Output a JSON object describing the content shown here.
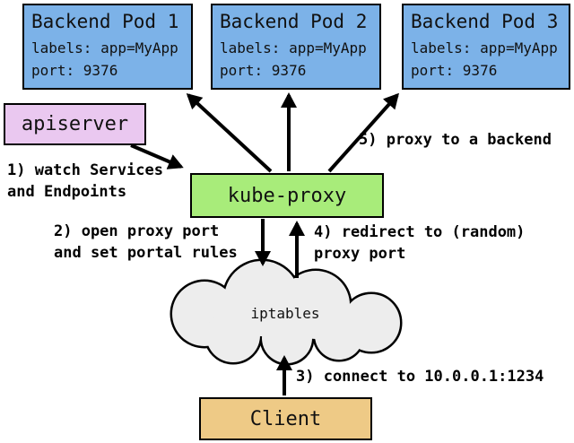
{
  "diagram": {
    "pods": [
      {
        "title": "Backend Pod 1",
        "body": "labels: app=MyApp\nport: 9376"
      },
      {
        "title": "Backend Pod 2",
        "body": "labels: app=MyApp\nport: 9376"
      },
      {
        "title": "Backend Pod 3",
        "body": "labels: app=MyApp\nport: 9376"
      }
    ],
    "nodes": {
      "apiserver": "apiserver",
      "kube_proxy": "kube-proxy",
      "iptables": "iptables",
      "client": "Client"
    },
    "steps": {
      "s1": "1) watch Services\nand Endpoints",
      "s2": "2) open proxy port\nand set portal rules",
      "s3": "3) connect to 10.0.0.1:1234",
      "s4": "4) redirect to (random)\nproxy port",
      "s5": "5) proxy to a backend"
    },
    "colors": {
      "pod-fill": "#7cb2e8",
      "apiserver-fill": "#eac8f0",
      "kube-proxy-fill": "#a8ec7a",
      "client-fill": "#eeca86",
      "cloud-fill": "#ededed",
      "outline": "#000000"
    }
  }
}
